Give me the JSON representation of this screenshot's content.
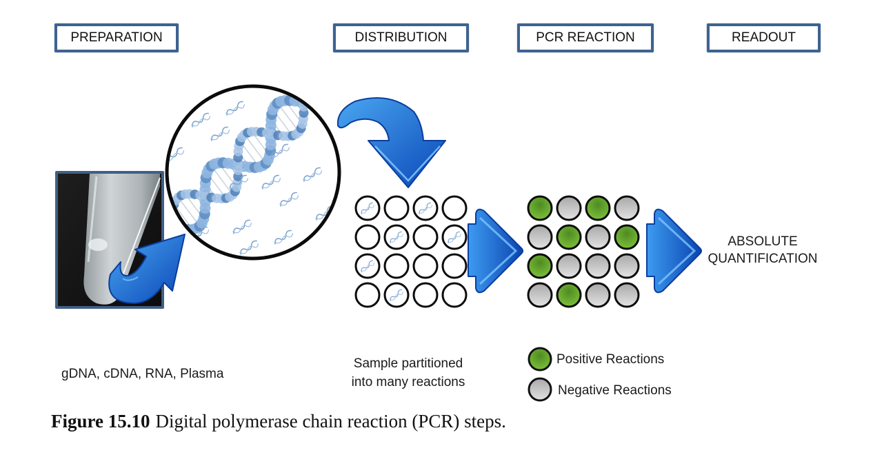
{
  "stages": [
    {
      "label": "PREPARATION"
    },
    {
      "label": "DISTRIBUTION"
    },
    {
      "label": "PCR REACTION"
    },
    {
      "label": "READOUT"
    }
  ],
  "preparation": {
    "sample_types": "gDNA, cDNA, RNA, Plasma",
    "icons": [
      "test-tube-photo",
      "dna-magnifier-circle"
    ]
  },
  "distribution": {
    "description_line1": "Sample partitioned",
    "description_line2": "into many reactions",
    "grid_rows": 4,
    "grid_cols": 4,
    "dna_present": [
      [
        1,
        0,
        1,
        0
      ],
      [
        0,
        1,
        0,
        1
      ],
      [
        1,
        0,
        0,
        0
      ],
      [
        0,
        1,
        0,
        0
      ]
    ]
  },
  "pcr_reaction": {
    "positive": [
      [
        1,
        0,
        1,
        0
      ],
      [
        0,
        1,
        0,
        1
      ],
      [
        1,
        0,
        0,
        0
      ],
      [
        0,
        1,
        0,
        0
      ]
    ]
  },
  "readout": {
    "line1": "ABSOLUTE",
    "line2": "QUANTIFICATION"
  },
  "legend": {
    "positive_label": "Positive Reactions",
    "negative_label": "Negative Reactions",
    "positive_color": "#5e9e2a",
    "negative_color": "#b9b9b9"
  },
  "caption": {
    "figure_number": "Figure 15.10",
    "text": "Digital polymerase chain reaction (PCR) steps."
  },
  "colors": {
    "stage_border": "#3d6390",
    "arrow_blue": "#1f6fd6",
    "arrow_light": "#6ab8f5"
  }
}
